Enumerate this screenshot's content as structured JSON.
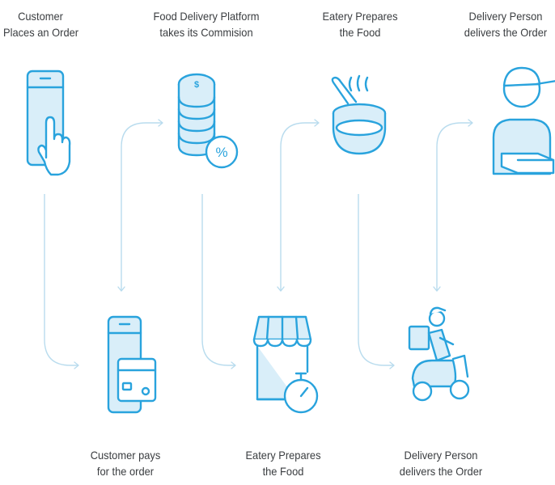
{
  "steps": {
    "customer_order": {
      "line1": "Customer",
      "line2": "Places an Order",
      "icon": "smartphone-tap-icon"
    },
    "platform_commission": {
      "line1": "Food Delivery Platform",
      "line2": "takes its Commision",
      "icon": "coin-stack-percent-icon"
    },
    "eatery_top": {
      "line1": "Eatery Prepares",
      "line2": "the Food",
      "icon": "frying-pan-icon"
    },
    "delivery_top": {
      "line1": "Delivery Person",
      "line2": "delivers the Order",
      "icon": "delivery-person-box-icon"
    },
    "customer_pays": {
      "line1": "Customer pays",
      "line2": "for the order",
      "icon": "phone-card-payment-icon"
    },
    "eatery_bottom": {
      "line1": "Eatery Prepares",
      "line2": "the Food",
      "icon": "storefront-timer-icon"
    },
    "delivery_bottom": {
      "line1": "Delivery Person",
      "line2": "delivers the Order",
      "icon": "delivery-scooter-icon"
    }
  },
  "colors": {
    "icon_stroke": "#29a3dd",
    "icon_fill": "#d9eef9",
    "connector": "#b9dcee",
    "text": "#3a3d40"
  }
}
